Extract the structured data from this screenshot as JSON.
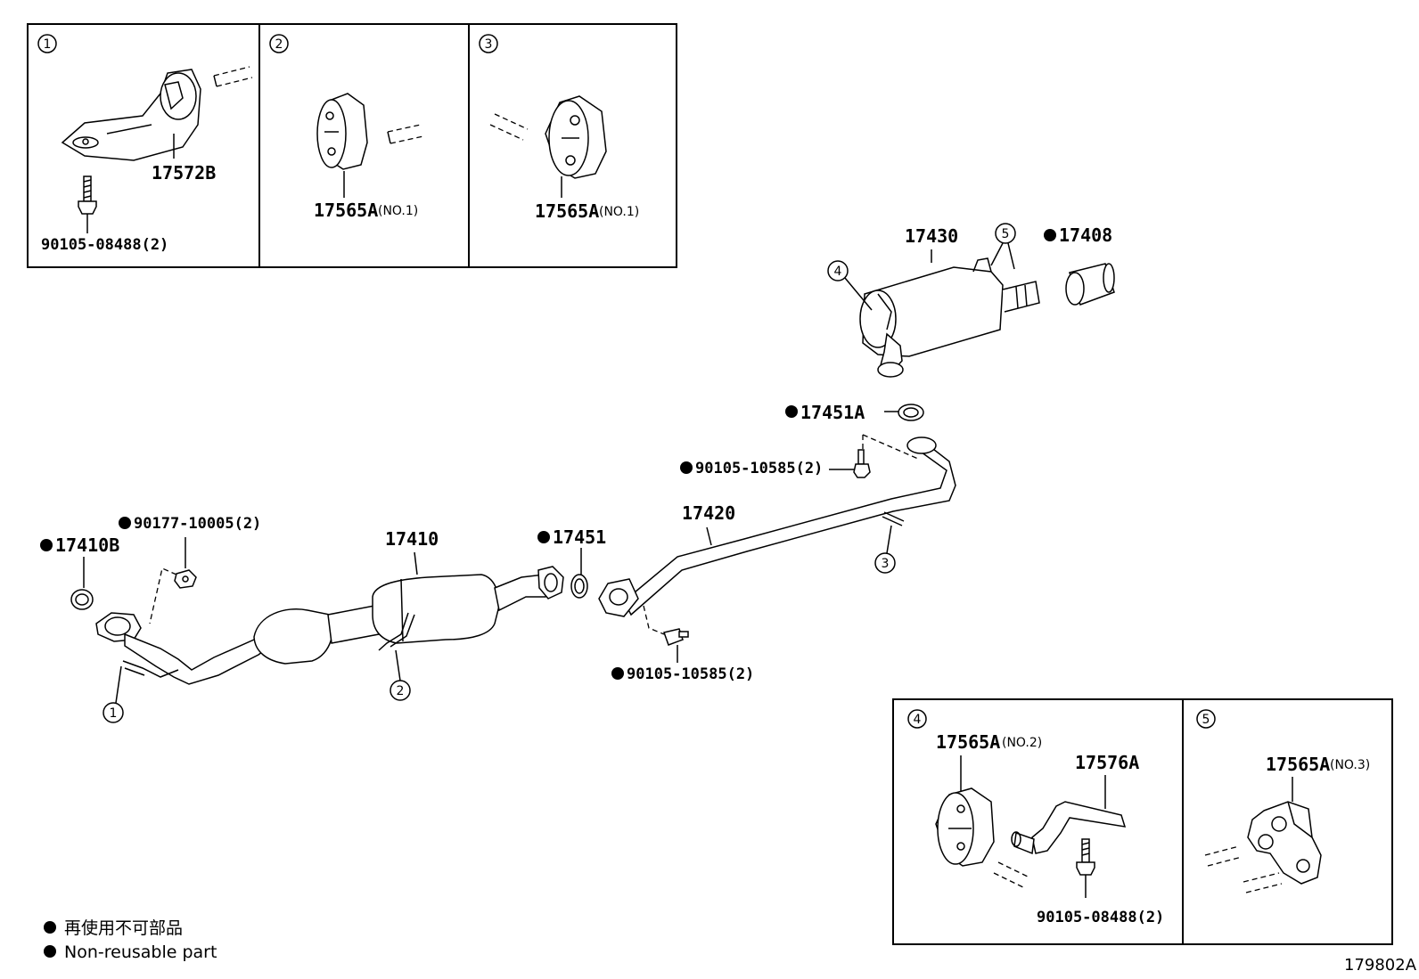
{
  "detail_boxes": {
    "d1": {
      "callout": "1",
      "parts": [
        "17572B",
        "90105-08488(2)"
      ]
    },
    "d2": {
      "callout": "2",
      "parts": [
        "17565A"
      ],
      "note": "(NO.1)"
    },
    "d3": {
      "callout": "3",
      "parts": [
        "17565A"
      ],
      "note": "(NO.1)"
    },
    "d4": {
      "callout": "4",
      "parts": [
        "17565A",
        "17576A",
        "90105-08488(2)"
      ],
      "note": "(NO.2)"
    },
    "d5": {
      "callout": "5",
      "parts": [
        "17565A"
      ],
      "note": "(NO.3)"
    }
  },
  "main_labels": {
    "muffler": "17430",
    "tail_pipe_tip": "17408",
    "gasket_rear": "17451A",
    "bolt_rear": "90105-10585(2)",
    "center_pipe": "17420",
    "front_pipe": "17410",
    "gasket_mid": "17451",
    "nut_front": "90177-10005(2)",
    "gasket_front": "17410B",
    "bolt_mid": "90105-10585(2)"
  },
  "callouts": {
    "c1": "1",
    "c2": "2",
    "c3": "3",
    "c4": "4",
    "c5": "5"
  },
  "legend": {
    "line_jp": "再使用不可部品",
    "line_en": "Non-reusable part"
  },
  "illustration_id": "179802A"
}
